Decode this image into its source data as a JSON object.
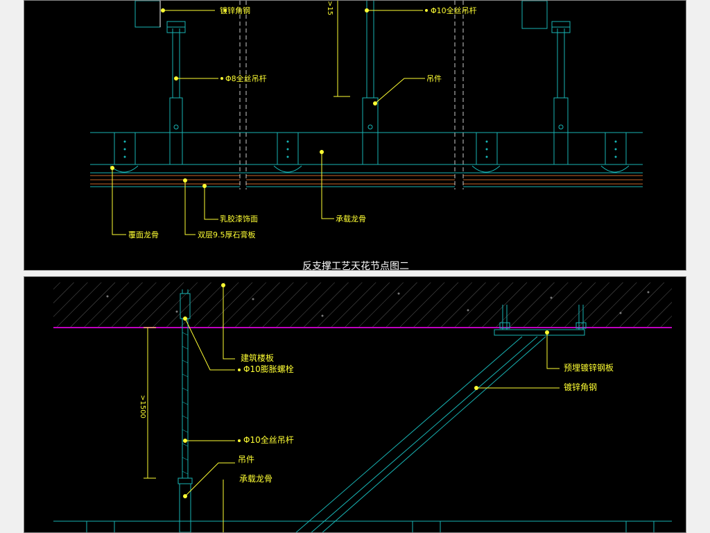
{
  "top_panel": {
    "caption": "反支撑工艺天花节点图二",
    "labels": {
      "galvanized_angle_steel": "镀锌角钢",
      "rod_10": "Φ10全丝吊杆",
      "rod_8": "Φ8全丝吊杆",
      "hanger": "吊件",
      "main_runner": "承载龙骨",
      "latex_paint": "乳胶漆饰面",
      "cover_runner": "覆面龙骨",
      "gypsum_board": "双层9.5厚石膏板"
    },
    "dimension_text": ">15"
  },
  "bottom_panel": {
    "labels": {
      "floor_slab": "建筑楼板",
      "expansion_bolt": "Φ10膨胀螺栓",
      "embedded_plate": "预埋镀锌钢板",
      "galvanized_angle_steel": "镀锌角钢",
      "rod_10": "Φ10全丝吊杆",
      "hanger": "吊件",
      "main_runner": "承载龙骨"
    },
    "dimension_text": ">1500"
  },
  "colors": {
    "background": "#000000",
    "label": "#ffff33",
    "structure": "#18b5b5",
    "slab_line": "#c000c0",
    "board_lines": "#c86428",
    "caption": "#ffffff",
    "page": "#f0f0f0"
  }
}
